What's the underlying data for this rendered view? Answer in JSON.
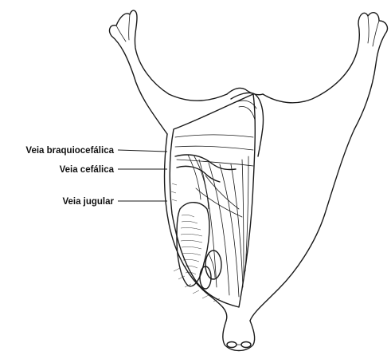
{
  "diagram": {
    "labels": [
      {
        "id": "braquiocefalica",
        "text": "Veia braquiocefálica"
      },
      {
        "id": "cefalica",
        "text": "Veia cefálica"
      },
      {
        "id": "jugular",
        "text": "Veia jugular"
      }
    ]
  }
}
